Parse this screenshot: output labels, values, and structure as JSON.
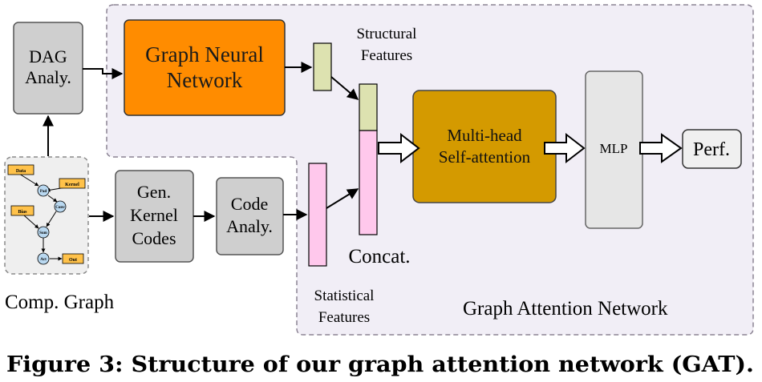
{
  "colors": {
    "gat_region_fill": "#f1eef6",
    "gat_region_stroke": "#8c8494",
    "gray_box": "#cfcfcf",
    "gnn_box": "#ff8c00",
    "attention_box": "#d49a00",
    "structural_bar": "#dde2b0",
    "statistical_bar": "#ffc8ec",
    "mlp_box": "#e6e6e6",
    "node_circle": "#b9d8f0",
    "node_rect": "#ffc24a"
  },
  "blocks": {
    "dag_analysis": "DAG Analy.",
    "graph_neural_network": "Graph Neural Network",
    "gen_kernel_codes": "Gen. Kernel Codes",
    "code_analysis": "Code Analy.",
    "multi_head": "Multi-head",
    "self_attention": "Self-attention",
    "mlp": "MLP",
    "perf": "Perf."
  },
  "labels": {
    "structural_features": "Structural Features",
    "statistical_features": "Statistical Features",
    "concat": "Concat.",
    "comp_graph": "Comp. Graph",
    "gat_network": "Graph Attention Network"
  },
  "comp_graph_nodes": {
    "data": "Data",
    "pad": "Pad",
    "kernel": "Kernel",
    "conv": "Conv",
    "bias": "Bias",
    "sum": "Sum",
    "act": "Act",
    "out": "Out"
  },
  "caption": "Figure 3: Structure of our graph attention network (GAT).",
  "icons": [
    "arrow-icon",
    "hollow-arrow-icon"
  ]
}
